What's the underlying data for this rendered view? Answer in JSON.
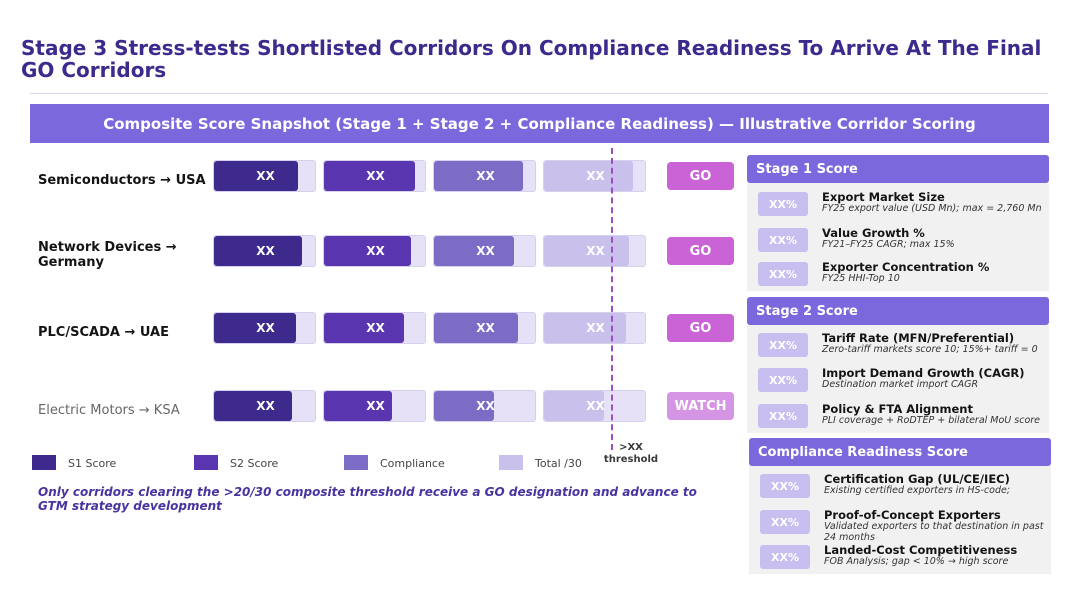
{
  "title": "Stage 3 Stress-tests Shortlisted Corridors On Compliance Readiness To Arrive At The Final GO Corridors",
  "banner": "Composite Score Snapshot (Stage 1 + Stage 2 + Compliance Readiness) — Illustrative Corridor Scoring",
  "colors": {
    "s1": "#3d2a8c",
    "s2": "#5a35b0",
    "compliance": "#7d6cc6",
    "total": "#c9c1ec",
    "go": "#c963d6",
    "watch": "#d694e4",
    "accent": "#7b68dd"
  },
  "corridors": [
    {
      "label": "Semiconductors → USA",
      "s1": "XX",
      "s2": "XX",
      "compliance": "XX",
      "total": "XX",
      "status": "GO",
      "fill": {
        "s1": 0.82,
        "s2": 0.88,
        "compliance": 0.86,
        "total": 0.86
      }
    },
    {
      "label": "Network Devices → Germany",
      "s1": "XX",
      "s2": "XX",
      "compliance": "XX",
      "total": "XX",
      "status": "GO",
      "fill": {
        "s1": 0.85,
        "s2": 0.84,
        "compliance": 0.78,
        "total": 0.83
      }
    },
    {
      "label": "PLC/SCADA → UAE",
      "s1": "XX",
      "s2": "XX",
      "compliance": "XX",
      "total": "XX",
      "status": "GO",
      "fill": {
        "s1": 0.8,
        "s2": 0.78,
        "compliance": 0.82,
        "total": 0.8
      }
    },
    {
      "label": "Electric Motors → KSA",
      "s1": "XX",
      "s2": "XX",
      "compliance": "XX",
      "total": "XX",
      "status": "WATCH",
      "fill": {
        "s1": 0.76,
        "s2": 0.66,
        "compliance": 0.58,
        "total": 0.58
      }
    }
  ],
  "threshold_label": ">XX threshold",
  "legend": [
    {
      "name": "S1 Score"
    },
    {
      "name": "S2 Score"
    },
    {
      "name": "Compliance"
    },
    {
      "name": "Total /30"
    }
  ],
  "footnote": "Only corridors clearing the >20/30 composite threshold receive a GO designation and advance to GTM strategy development",
  "panels": [
    {
      "title": "Stage 1 Score",
      "metrics": [
        {
          "value": "XX%",
          "title": "Export Market Size",
          "desc": "FY25 export value (USD Mn); max = 2,760 Mn"
        },
        {
          "value": "XX%",
          "title": "Value Growth %",
          "desc": "FY21–FY25 CAGR; max 15%"
        },
        {
          "value": "XX%",
          "title": "Exporter Concentration %",
          "desc": "FY25 HHI-Top 10"
        }
      ]
    },
    {
      "title": "Stage 2 Score",
      "metrics": [
        {
          "value": "XX%",
          "title": "Tariff Rate (MFN/Preferential)",
          "desc": "Zero-tariff markets score 10; 15%+ tariff = 0"
        },
        {
          "value": "XX%",
          "title": "Import Demand Growth (CAGR)",
          "desc": "Destination market import CAGR"
        },
        {
          "value": "XX%",
          "title": "Policy & FTA Alignment",
          "desc": "PLI coverage + RoDTEP + bilateral MoU score"
        }
      ]
    },
    {
      "title": "Compliance Readiness Score",
      "metrics": [
        {
          "value": "XX%",
          "title": "Certification Gap (UL/CE/IEC)",
          "desc": "Existing certified exporters in HS-code;"
        },
        {
          "value": "XX%",
          "title": "Proof-of-Concept Exporters",
          "desc": "Validated exporters to that destination in past 24 months"
        },
        {
          "value": "XX%",
          "title": "Landed-Cost Competitiveness",
          "desc": "FOB Analysis; gap < 10% → high score"
        }
      ]
    }
  ]
}
